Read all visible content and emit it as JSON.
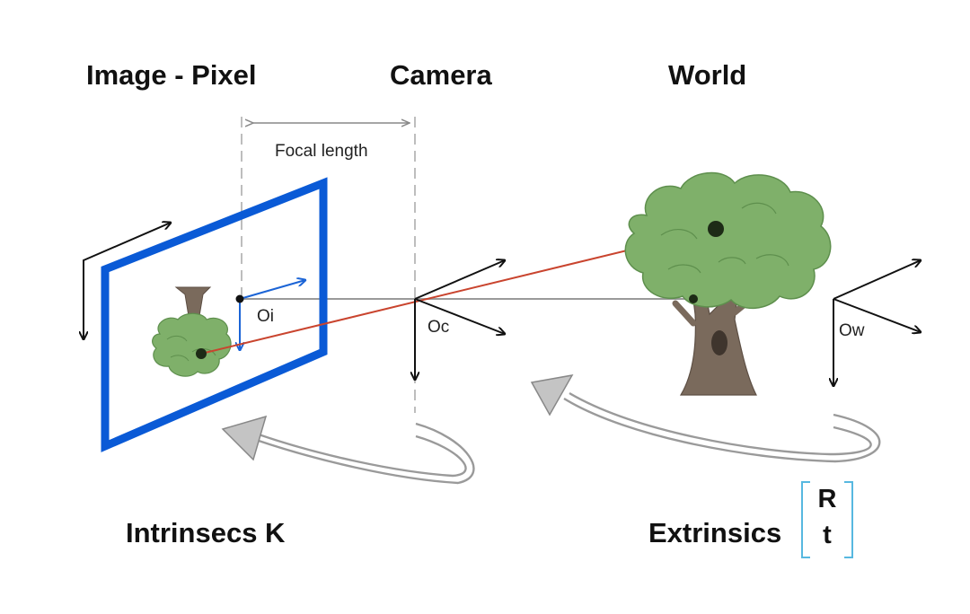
{
  "headings": {
    "image_pixel": "Image - Pixel",
    "camera": "Camera",
    "world": "World"
  },
  "labels": {
    "focal_length": "Focal length",
    "image_origin": "Oi",
    "camera_origin": "Oc",
    "world_origin": "Ow"
  },
  "transforms": {
    "intrinsics": "Intrinsecs K",
    "extrinsics": "Extrinsics",
    "extrinsics_matrix": [
      "R",
      "t"
    ]
  },
  "colors": {
    "image_plane": "#0a5ad6",
    "image_axes": "#1b64d6",
    "projection_ray": "#c9442e",
    "optical_axis": "#9a9a9a",
    "matrix_bracket": "#57b8e0",
    "foliage": "#7fb06a",
    "trunk": "#7a6a5c"
  },
  "icons": {
    "scene_object": "tree-icon",
    "projected_object": "inverted-tree-icon",
    "transform_arrow": "curved-arrow-icon"
  }
}
